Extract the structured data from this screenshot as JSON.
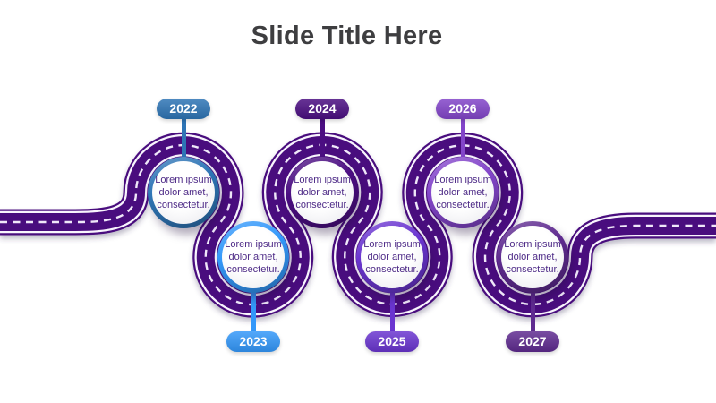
{
  "title": "Slide Title Here",
  "road": {
    "asphalt_color": "#4a0e7e",
    "edge_line_color": "#f8f4fd",
    "dash_line_color": "#efe7f9"
  },
  "nodes": [
    {
      "year": "2022",
      "text": "Lorem ipsum dolor amet, consectetur.",
      "color": "#2e75b6",
      "position": "top"
    },
    {
      "year": "2023",
      "text": "Lorem ipsum dolor amet, consectetur.",
      "color": "#3398fa",
      "position": "bottom"
    },
    {
      "year": "2024",
      "text": "Lorem ipsum dolor amet, consectetur.",
      "color": "#4b0e82",
      "position": "top"
    },
    {
      "year": "2025",
      "text": "Lorem ipsum dolor amet, consectetur.",
      "color": "#6a35d0",
      "position": "bottom"
    },
    {
      "year": "2026",
      "text": "Lorem ipsum dolor amet, consectetur.",
      "color": "#8345ca",
      "position": "top"
    },
    {
      "year": "2027",
      "text": "Lorem ipsum dolor amet, consectetur.",
      "color": "#5f2b90",
      "position": "bottom"
    }
  ]
}
